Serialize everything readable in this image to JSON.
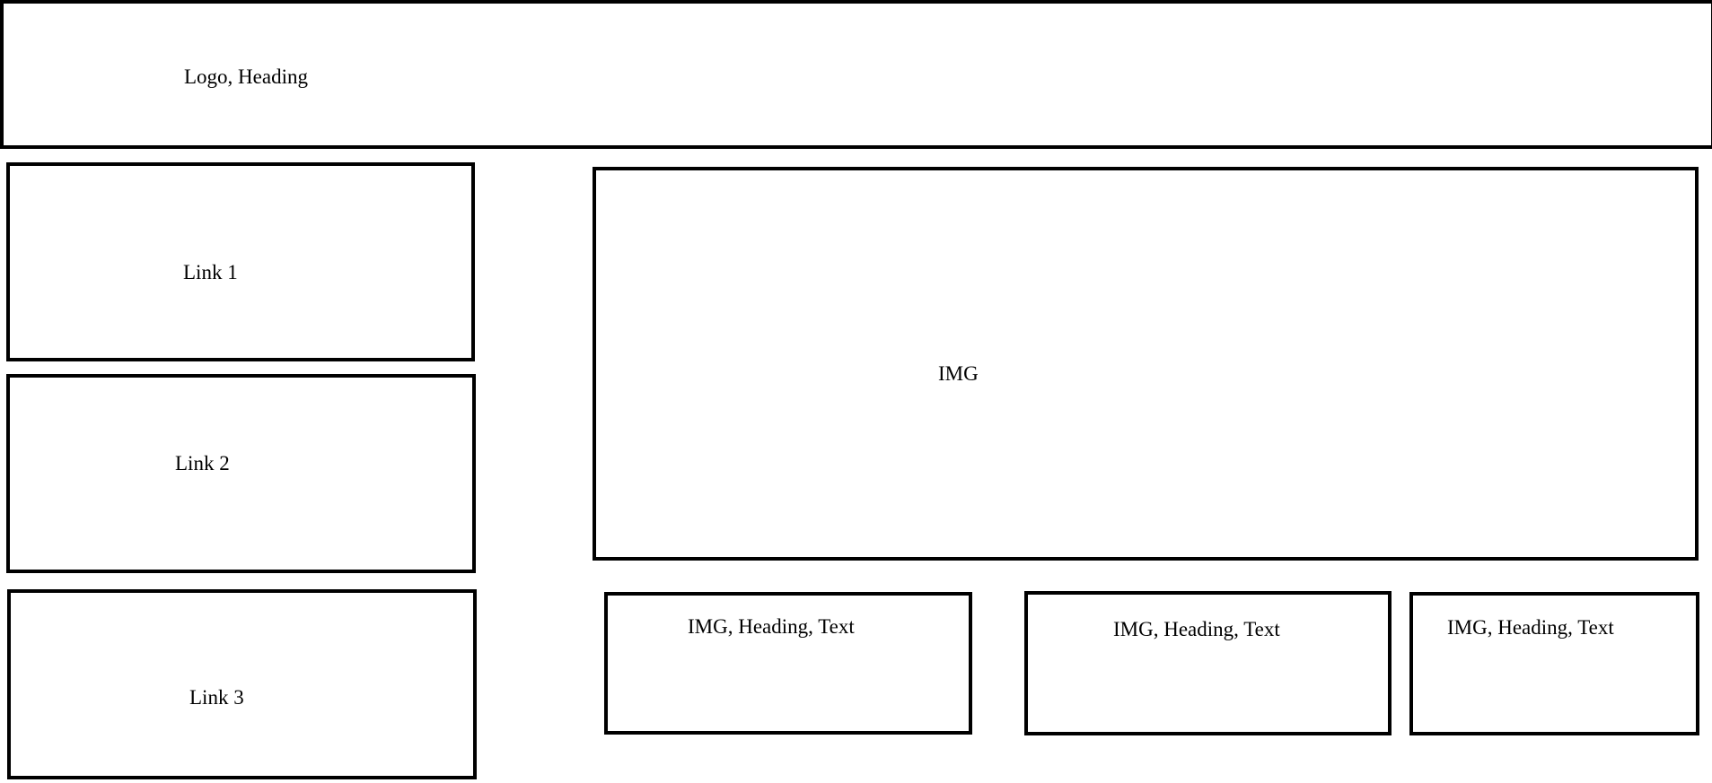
{
  "header": {
    "label": "Logo, Heading"
  },
  "sidebar": {
    "links": [
      {
        "label": "Link 1"
      },
      {
        "label": "Link 2"
      },
      {
        "label": "Link 3"
      }
    ]
  },
  "main": {
    "hero": {
      "label": "IMG"
    },
    "cards": [
      {
        "label": "IMG, Heading, Text"
      },
      {
        "label": "IMG, Heading, Text"
      },
      {
        "label": "IMG, Heading, Text"
      }
    ]
  },
  "colors": {
    "border": "#000000",
    "background": "#ffffff",
    "text": "#000000"
  }
}
